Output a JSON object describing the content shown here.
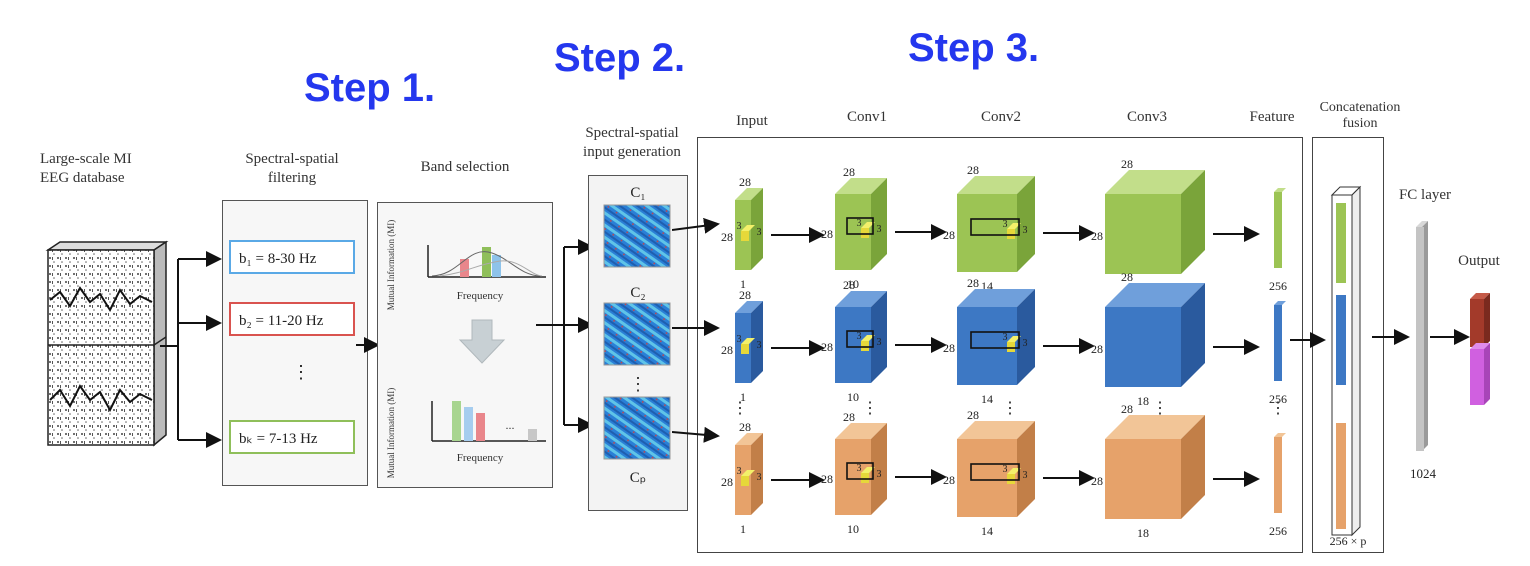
{
  "steps": [
    "Step 1.",
    "Step 2.",
    "Step 3."
  ],
  "database": {
    "line1": "Large-scale MI",
    "line2": "EEG database"
  },
  "filtering": {
    "line1": "Spectral-spatial",
    "line2": "filtering"
  },
  "bands": [
    {
      "label": "b₁ = 8-30 Hz",
      "color": "#5aa9e6"
    },
    {
      "label": "b₂ = 11-20 Hz",
      "color": "#d9534f"
    },
    {
      "label": "bₖ = 7-13 Hz",
      "color": "#8fbf5a"
    }
  ],
  "band_selection": {
    "title": "Band selection",
    "ylabel": "Mutual Information (MI)",
    "xlabel": "Frequency",
    "ellipsis": "..."
  },
  "input_generation": {
    "line1": "Spectral-spatial",
    "line2": "input generation",
    "channels": [
      "C₁",
      "C₂",
      "Cₚ"
    ]
  },
  "vertical_ellipsis": "⋮",
  "cnn": {
    "headers": [
      "Input",
      "Conv1",
      "Conv2",
      "Conv3",
      "Feature"
    ],
    "dim28": "28",
    "kernel": "3",
    "depths": [
      "1",
      "10",
      "14",
      "18",
      "256"
    ],
    "row_colors": [
      {
        "front": "#9cc454",
        "top": "#c2de8a",
        "side": "#7aa43a"
      },
      {
        "front": "#3d78c4",
        "top": "#6f9fdb",
        "side": "#2a5a9e"
      },
      {
        "front": "#e6a26a",
        "top": "#f2c597",
        "side": "#c27f48"
      }
    ]
  },
  "fusion": {
    "line1": "Concatenation",
    "line2": "fusion",
    "size": "256 × p"
  },
  "fc": {
    "label": "FC layer",
    "size": "1024"
  },
  "output": {
    "label": "Output",
    "colors": [
      "#a33a2a",
      "#d060e0"
    ]
  }
}
